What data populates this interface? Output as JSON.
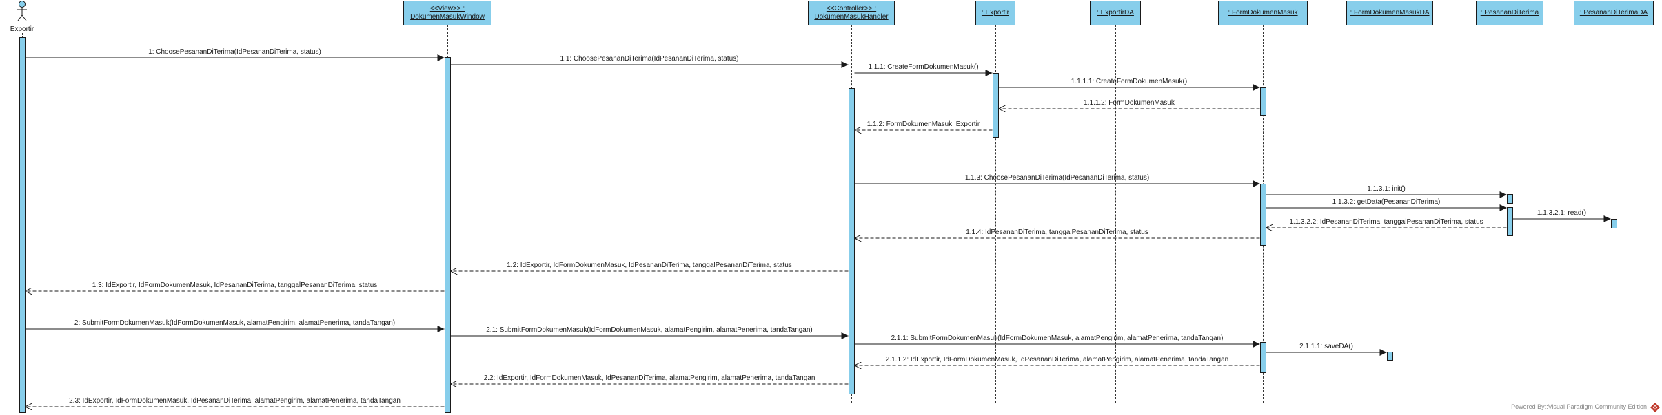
{
  "actor": {
    "name": "Exportir"
  },
  "objects": [
    {
      "id": "window",
      "lines": [
        "<<View>> :",
        "DokumenMasukWindow"
      ]
    },
    {
      "id": "handler",
      "lines": [
        "<<Controller>> :",
        "DokumenMasukHandler"
      ]
    },
    {
      "id": "exportir",
      "lines": [
        ": Exportir"
      ]
    },
    {
      "id": "exportirda",
      "lines": [
        ": ExportirDA"
      ]
    },
    {
      "id": "formdok",
      "lines": [
        ": FormDokumenMasuk"
      ]
    },
    {
      "id": "formdokda",
      "lines": [
        ": FormDokumenMasukDA"
      ]
    },
    {
      "id": "pesanan",
      "lines": [
        ": PesananDiTerima"
      ]
    },
    {
      "id": "pesananda",
      "lines": [
        ": PesananDiTerimaDA"
      ]
    }
  ],
  "messages": [
    {
      "text": "1: ChoosePesananDiTerima(IdPesananDiTerima, status)",
      "kind": "sync"
    },
    {
      "text": "1.1: ChoosePesananDiTerima(IdPesananDiTerima, status)",
      "kind": "sync"
    },
    {
      "text": "1.1.1: CreateFormDokumenMasuk()",
      "kind": "sync"
    },
    {
      "text": "1.1.1.1: CreateFormDokumenMasuk()",
      "kind": "sync"
    },
    {
      "text": "1.1.1.2: FormDokumenMasuk",
      "kind": "return"
    },
    {
      "text": "1.1.2: FormDokumenMasuk, Exportir",
      "kind": "return"
    },
    {
      "text": "1.1.3: ChoosePesananDiTerima(IdPesananDiTerima, status)",
      "kind": "sync"
    },
    {
      "text": "1.1.3.1: init()",
      "kind": "sync"
    },
    {
      "text": "1.1.3.2: getData(PesananDiTerima)",
      "kind": "sync"
    },
    {
      "text": "1.1.3.2.1: read()",
      "kind": "sync"
    },
    {
      "text": "1.1.3.2.2: IdPesananDiTerima, tanggalPesananDiTerima, status",
      "kind": "return"
    },
    {
      "text": "1.1.4: IdPesananDiTerima, tanggalPesananDiTerima, status",
      "kind": "return"
    },
    {
      "text": "1.2: IdExportir, IdFormDokumenMasuk, IdPesananDiTerima, tanggalPesananDiTerima, status",
      "kind": "return"
    },
    {
      "text": "1.3: IdExportir, IdFormDokumenMasuk, IdPesananDiTerima, tanggalPesananDiTerima, status",
      "kind": "return"
    },
    {
      "text": "2: SubmitFormDokumenMasuk(IdFormDokumenMasuk, alamatPengirim, alamatPenerima, tandaTangan)",
      "kind": "sync"
    },
    {
      "text": "2.1: SubmitFormDokumenMasuk(IdFormDokumenMasuk, alamatPengirim, alamatPenerima, tandaTangan)",
      "kind": "sync"
    },
    {
      "text": "2.1.1: SubmitFormDokumenMasuk(IdFormDokumenMasuk, alamatPengirim, alamatPenerima, tandaTangan)",
      "kind": "sync"
    },
    {
      "text": "2.1.1.1: saveDA()",
      "kind": "sync"
    },
    {
      "text": "2.1.1.2: IdExportir, IdFormDokumenMasuk, IdPesananDiTerima, alamatPengirim, alamatPenerima, tandaTangan",
      "kind": "return"
    },
    {
      "text": "2.2: IdExportir, IdFormDokumenMasuk, IdPesananDiTerima, alamatPengirim, alamatPenerima, tandaTangan",
      "kind": "return"
    },
    {
      "text": "2.3: IdExportir, IdFormDokumenMasuk, IdPesananDiTerima, alamatPengirim, alamatPenerima, tandaTangan",
      "kind": "return"
    }
  ],
  "footer": {
    "text": "Powered By::Visual Paradigm Community Edition",
    "logo_icon": "visual-paradigm-logo-icon"
  },
  "colors": {
    "box_fill": "#87CEEB",
    "line": "#1a1a1a"
  }
}
